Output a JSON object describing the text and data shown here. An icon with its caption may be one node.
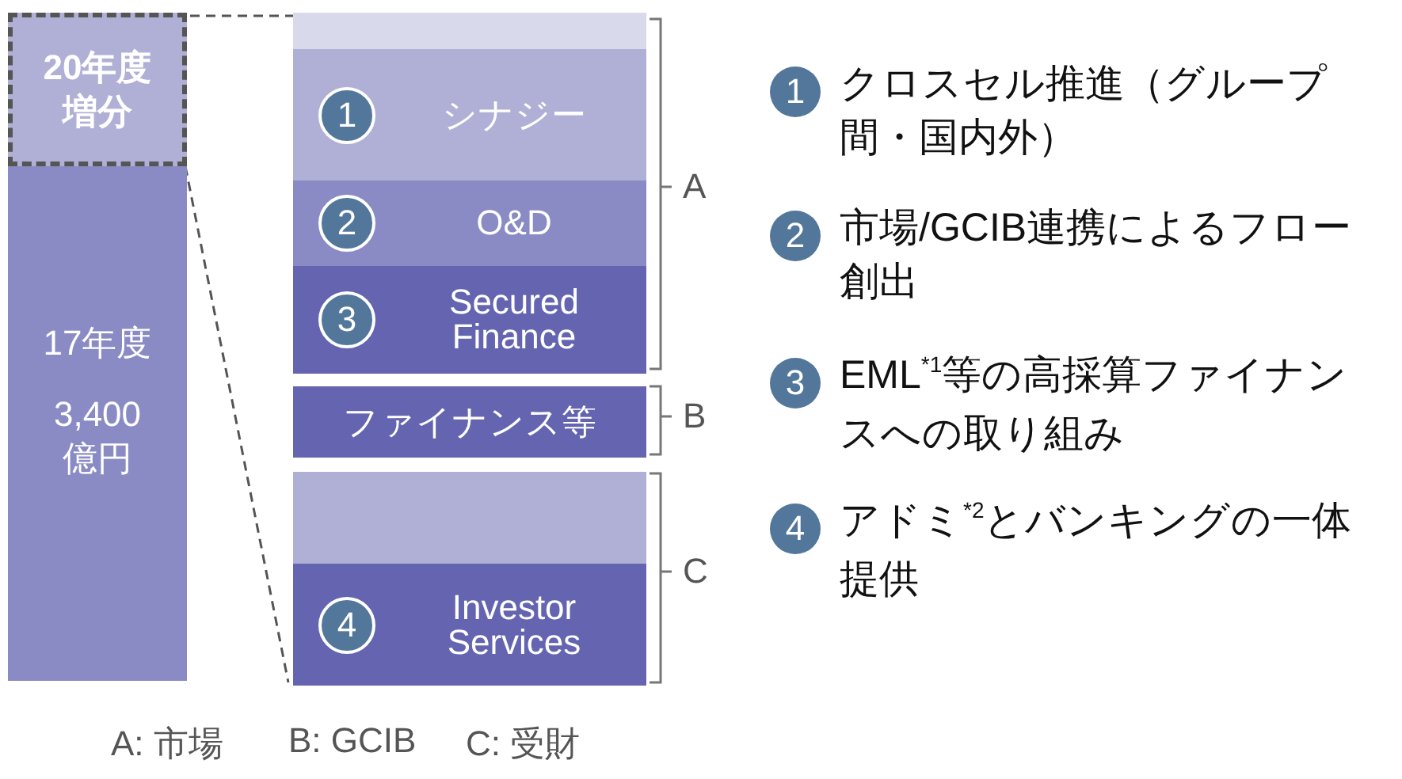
{
  "diagram": {
    "nodes": [
      {
        "text": [
          "17年度",
          "3,400億円"
        ]
      },
      {
        "text": [
          "20年度増分"
        ]
      },
      {
        "text": [],
        "shape": "bar"
      },
      {
        "text": [
          "シナジー"
        ]
      },
      {
        "text": [
          "1"
        ],
        "in": 3
      },
      {
        "text": [
          "O&D"
        ]
      },
      {
        "text": [
          "2"
        ],
        "in": 5
      },
      {
        "text": [
          "Secured Finance"
        ]
      },
      {
        "text": [
          "3"
        ],
        "in": 7
      },
      {
        "text": [
          "ファイナンス等"
        ]
      },
      {
        "text": [],
        "shape": "bar"
      },
      {
        "text": [
          "Investor Services"
        ]
      },
      {
        "text": [
          "4"
        ],
        "in": 11
      },
      {
        "text": [
          "1"
        ],
        "beside": [
          "クロスセル推進（グループ間・国内外）"
        ]
      },
      {
        "text": [
          "2"
        ],
        "beside": [
          "市場/GCIB連携によるフロー創出"
        ]
      },
      {
        "text": [
          "3"
        ],
        "beside": [
          "EML$^{*1}$等の高採算ファイナンスへの取り組み"
        ]
      },
      {
        "text": [
          "4"
        ],
        "beside": [
          "アドミ$^{*2}$とバンキングの一体提供"
        ]
      }
    ],
    "edges": [
      {
        "from": 1,
        "to": 2,
        "arrow": "none",
        "style": "dashed"
      },
      {
        "from": 1,
        "to": 11,
        "arrow": "none",
        "style": "dashed"
      }
    ],
    "labels": [
      "A",
      "B",
      "C",
      "A: 市場",
      "B: GCIB",
      "C: 受財"
    ]
  }
}
